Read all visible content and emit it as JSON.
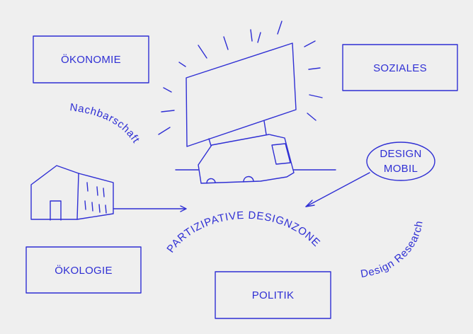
{
  "colors": {
    "background": "#efefef",
    "ink": "#2f2fd4"
  },
  "boxes": {
    "oekonomie": "ÖKONOMIE",
    "soziales": "SOZIALES",
    "oekologie": "ÖKOLOGIE",
    "politik": "POLITIK"
  },
  "oval": {
    "line1": "DESIGN",
    "line2": "MOBIL"
  },
  "curved_labels": {
    "nachbarschaft": "Nachbarschaft",
    "participative": "PARTIZIPATIVE DESIGNZONE",
    "design_research": "Design Research"
  },
  "icons": [
    "billboard-icon",
    "van-icon",
    "house-icon",
    "sunburst-rays"
  ]
}
